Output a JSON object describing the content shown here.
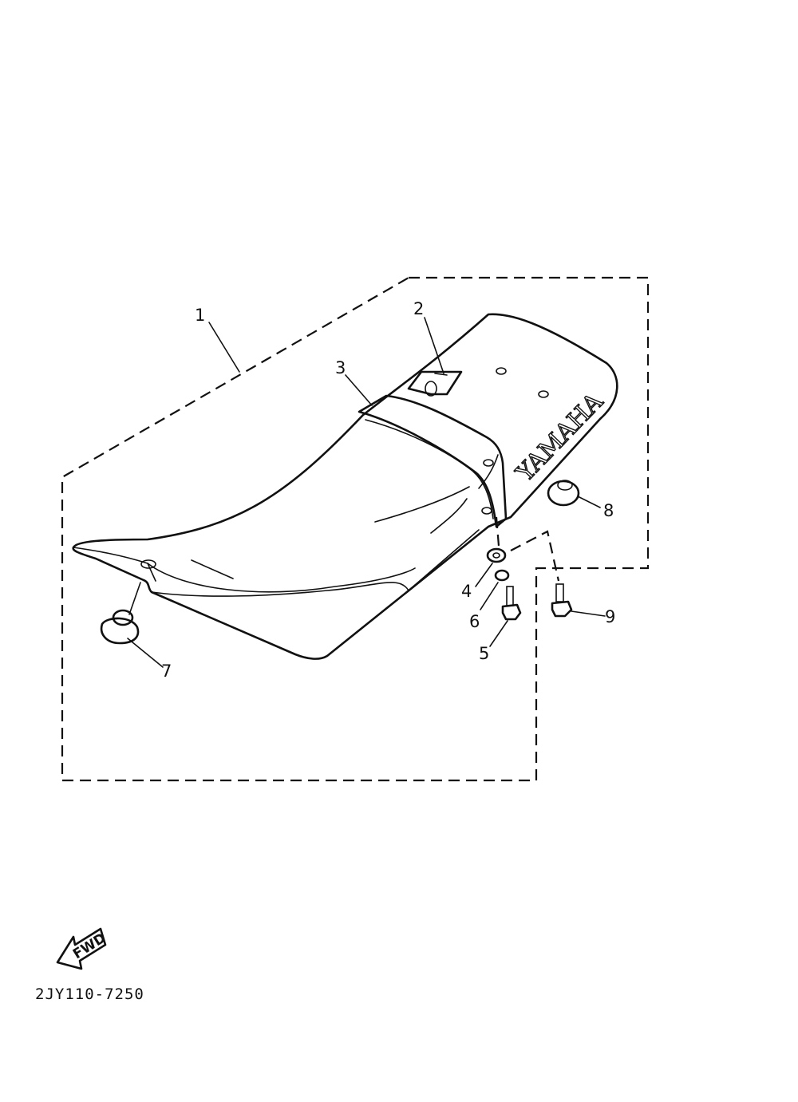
{
  "diagram": {
    "brand_text": "YAMAHA",
    "direction_label": "FWD",
    "diagram_code": "2JY110-7250",
    "callouts": [
      {
        "id": "1",
        "text": "1"
      },
      {
        "id": "2",
        "text": "2"
      },
      {
        "id": "3",
        "text": "3"
      },
      {
        "id": "4",
        "text": "4"
      },
      {
        "id": "5",
        "text": "5"
      },
      {
        "id": "6",
        "text": "6"
      },
      {
        "id": "7",
        "text": "7"
      },
      {
        "id": "8",
        "text": "8"
      },
      {
        "id": "9",
        "text": "9"
      }
    ]
  }
}
